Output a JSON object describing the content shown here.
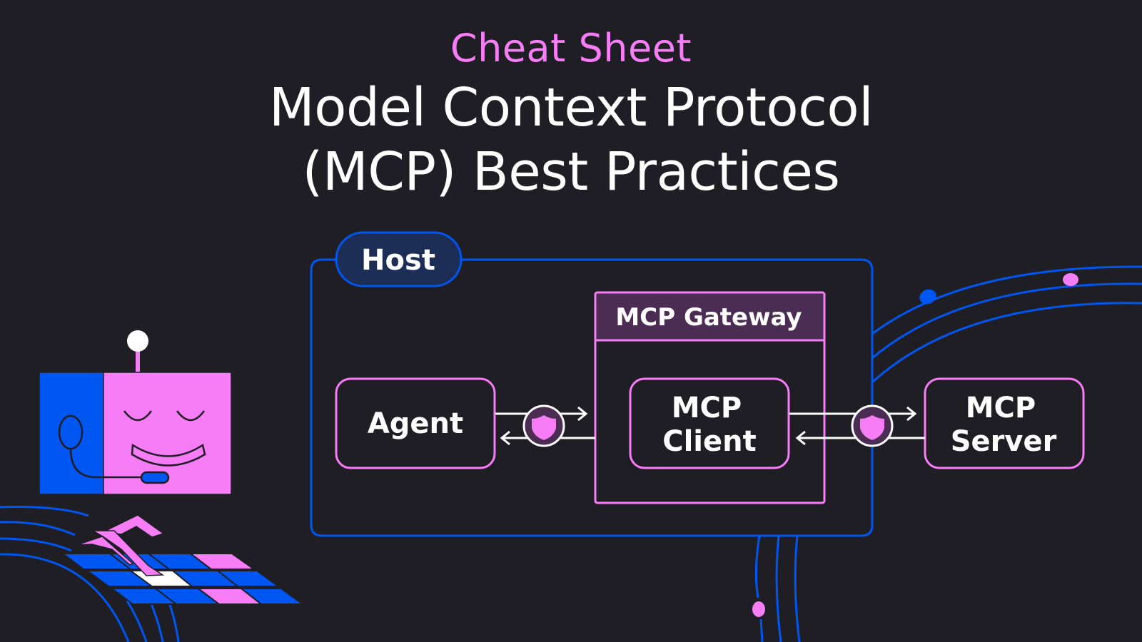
{
  "header": {
    "kicker": "Cheat Sheet",
    "title_line1": "Model Context Protocol",
    "title_line2": "(MCP) Best Practices"
  },
  "diagram": {
    "host_label": "Host",
    "gateway_label": "MCP Gateway",
    "agent_label": "Agent",
    "client_label_line1": "MCP",
    "client_label_line2": "Client",
    "server_label_line1": "MCP",
    "server_label_line2": "Server",
    "security_icons": [
      "shield-icon",
      "shield-icon"
    ]
  },
  "illustration": {
    "subject": "robot-with-headset-typing-on-keyboard"
  },
  "colors": {
    "background": "#1f1e25",
    "pink": "#f77df6",
    "blue": "#0056f0",
    "host_badge_fill": "#1c2d56",
    "gateway_header_fill": "#4b2d53",
    "shield_circle_fill": "#4b2d53",
    "white": "#ffffff"
  }
}
